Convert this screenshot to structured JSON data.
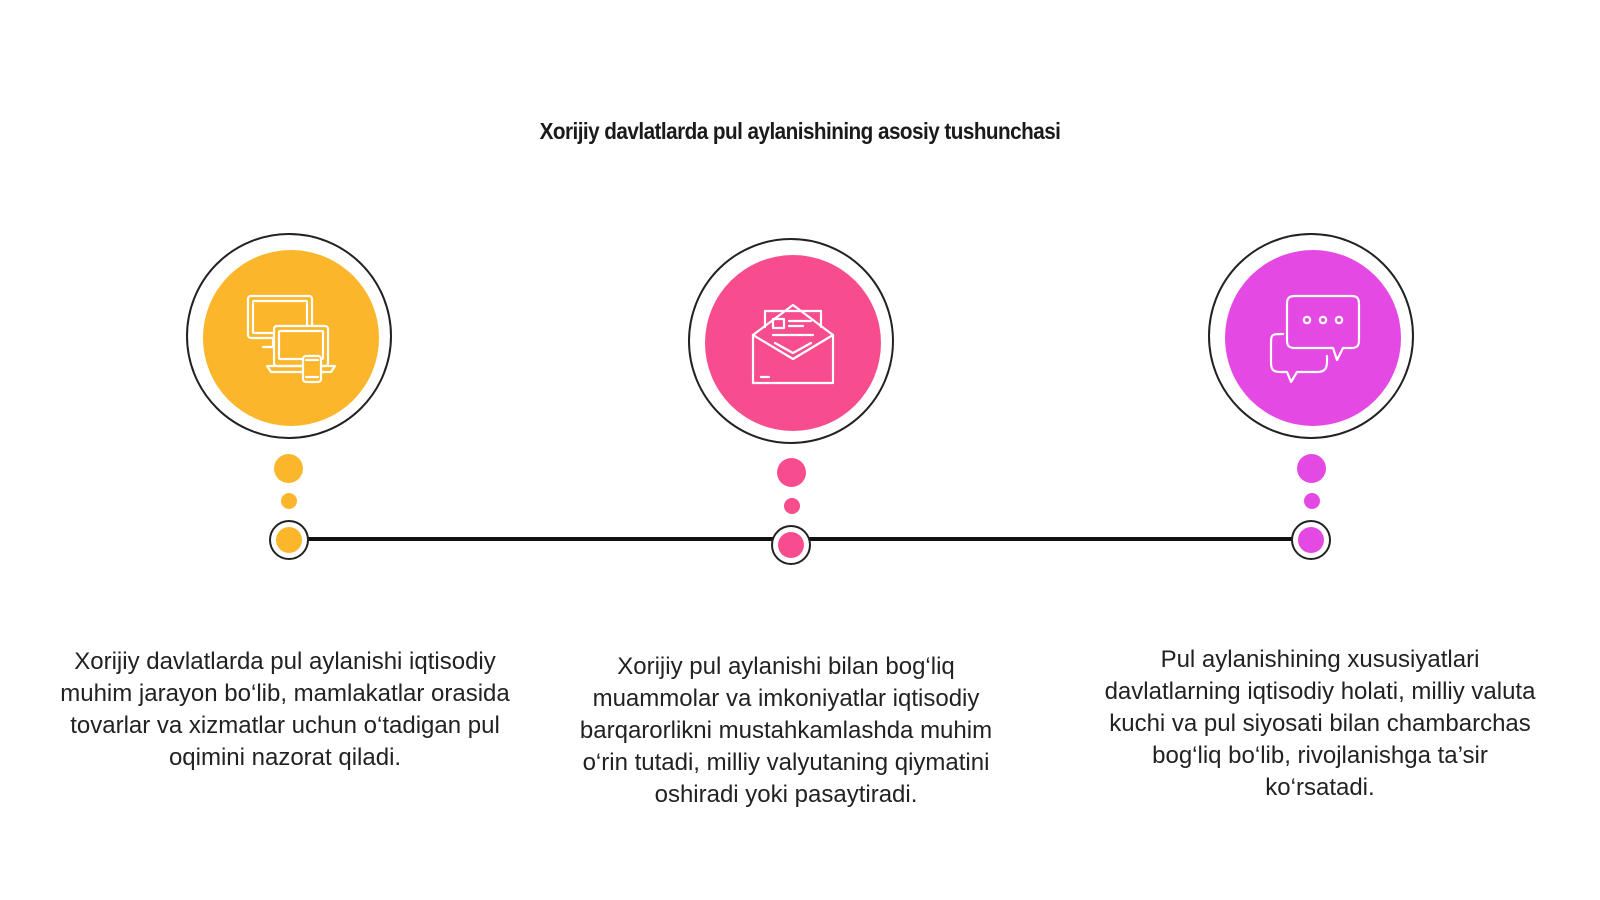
{
  "title": "Xorijiy davlatlarda pul aylanishining asosiy tushunchasi",
  "colors": {
    "line": "#111111",
    "ring": "#222222"
  },
  "steps": [
    {
      "color": "#FBB62B",
      "icon": "devices-icon",
      "text": "Xorijiy davlatlarda pul aylanishi iqtisodiy muhim jarayon bo‘lib, mamlakatlar orasida tovarlar va xizmatlar uchun o‘tadigan pul oqimini nazorat qiladi."
    },
    {
      "color": "#F74D8F",
      "icon": "envelope-letter-icon",
      "text": "Xorijiy pul aylanishi bilan bog‘liq muammolar va imkoniyatlar iqtisodiy barqarorlikni mustahkamlashda muhim o‘rin tutadi, milliy valyutaning qiymatini oshiradi yoki pasaytiradi."
    },
    {
      "color": "#E449E4",
      "icon": "chat-bubbles-icon",
      "text": "Pul aylanishining xususiyatlari davlatlarning iqtisodiy holati, milliy valuta kuchi va pul siyosati bilan chambarchas bog‘liq bo‘lib, rivojlanishga ta’sir ko‘rsatadi."
    }
  ]
}
